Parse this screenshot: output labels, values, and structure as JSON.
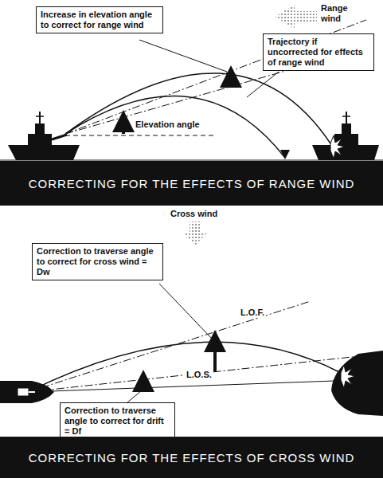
{
  "diagram": {
    "nodes": [
      {
        "text": [
          "Increase in elevation angle to correct for range wind"
        ]
      },
      {
        "text": [
          "Trajectory if uncorrected for effects of range wind"
        ]
      },
      {
        "text": [
          "CORRECTING FOR THE EFFECTS OF RANGE WIND"
        ]
      },
      {
        "text": [
          "Correction to traverse angle to correct for cross wind = Dw"
        ]
      },
      {
        "text": [
          "Correction to traverse angle to correct for drift = Df"
        ]
      },
      {
        "text": [
          "CORRECTING FOR THE EFFECTS OF CROSS WIND"
        ]
      }
    ],
    "labels": [
      "Range wind",
      "Elevation angle",
      "Cross wind",
      "L.O.F.",
      "L.O.S."
    ]
  }
}
